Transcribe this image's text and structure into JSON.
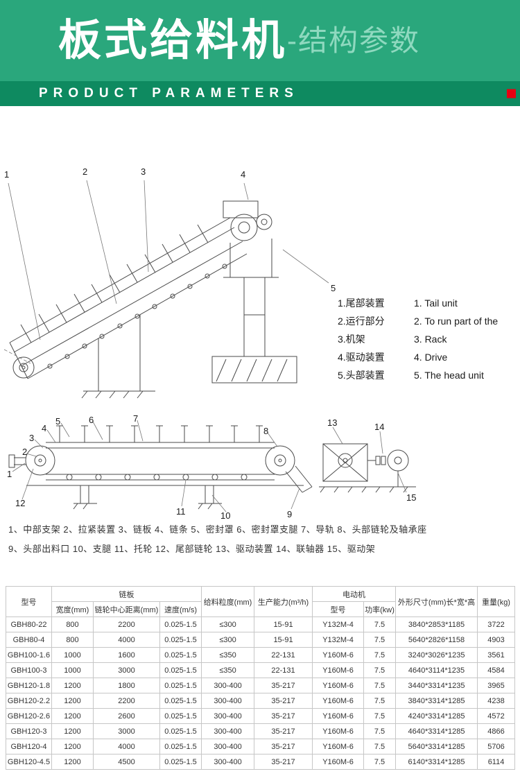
{
  "banner": {
    "title_zh": "板式给料机",
    "subtitle_zh": "-结构参数",
    "bar_label": "PRODUCT PARAMETERS",
    "colors": {
      "banner_green": "#2aa77c",
      "bar_green": "#0e8a60",
      "accent_red": "#e60012",
      "subtitle_green": "#8fd9bf"
    }
  },
  "diagram1": {
    "callouts": [
      "1",
      "2",
      "3",
      "4",
      "5"
    ],
    "legend": [
      {
        "zh": "1.尾部装置",
        "en": "1. Tail unit"
      },
      {
        "zh": "2.运行部分",
        "en": "2. To run part of the"
      },
      {
        "zh": "3.机架",
        "en": "3. Rack"
      },
      {
        "zh": "4.驱动装置",
        "en": "4. Drive"
      },
      {
        "zh": "5.头部装置",
        "en": "5. The head unit"
      }
    ]
  },
  "diagram2": {
    "callouts": [
      "1",
      "2",
      "3",
      "4",
      "5",
      "6",
      "7",
      "8",
      "9",
      "10",
      "11",
      "12",
      "13",
      "14",
      "15"
    ]
  },
  "parts_caption": {
    "line1": "1、中部支架  2、拉紧装置  3、链板  4、链条  5、密封罩  6、密封罩支腿  7、导轨  8、头部链轮及轴承座",
    "line2": "9、头部出料口  10、支腿  11、托轮  12、尾部链轮  13、驱动装置  14、联轴器  15、驱动架"
  },
  "table": {
    "headers": {
      "model": "型号",
      "chain_group": "链板",
      "width": "宽度(mm)",
      "center_distance": "链轮中心距离(mm)",
      "speed": "速度(m/s)",
      "feed_size": "给料粒度(mm)",
      "capacity": "生产能力(m³/h)",
      "motor_group": "电动机",
      "motor_model": "型号",
      "motor_power": "功率(kw)",
      "dimensions": "外形尺寸(mm)长*宽*高",
      "weight": "重量(kg)"
    },
    "rows": [
      [
        "GBH80-22",
        "800",
        "2200",
        "0.025-1.5",
        "≤300",
        "15-91",
        "Y132M-4",
        "7.5",
        "3840*2853*1185",
        "3722"
      ],
      [
        "GBH80-4",
        "800",
        "4000",
        "0.025-1.5",
        "≤300",
        "15-91",
        "Y132M-4",
        "7.5",
        "5640*2826*1158",
        "4903"
      ],
      [
        "GBH100-1.6",
        "1000",
        "1600",
        "0.025-1.5",
        "≤350",
        "22-131",
        "Y160M-6",
        "7.5",
        "3240*3026*1235",
        "3561"
      ],
      [
        "GBH100-3",
        "1000",
        "3000",
        "0.025-1.5",
        "≤350",
        "22-131",
        "Y160M-6",
        "7.5",
        "4640*3114*1235",
        "4584"
      ],
      [
        "GBH120-1.8",
        "1200",
        "1800",
        "0.025-1.5",
        "300-400",
        "35-217",
        "Y160M-6",
        "7.5",
        "3440*3314*1235",
        "3965"
      ],
      [
        "GBH120-2.2",
        "1200",
        "2200",
        "0.025-1.5",
        "300-400",
        "35-217",
        "Y160M-6",
        "7.5",
        "3840*3314*1285",
        "4238"
      ],
      [
        "GBH120-2.6",
        "1200",
        "2600",
        "0.025-1.5",
        "300-400",
        "35-217",
        "Y160M-6",
        "7.5",
        "4240*3314*1285",
        "4572"
      ],
      [
        "GBH120-3",
        "1200",
        "3000",
        "0.025-1.5",
        "300-400",
        "35-217",
        "Y160M-6",
        "7.5",
        "4640*3314*1285",
        "4866"
      ],
      [
        "GBH120-4",
        "1200",
        "4000",
        "0.025-1.5",
        "300-400",
        "35-217",
        "Y160M-6",
        "7.5",
        "5640*3314*1285",
        "5706"
      ],
      [
        "GBH120-4.5",
        "1200",
        "4500",
        "0.025-1.5",
        "300-400",
        "35-217",
        "Y160M-6",
        "7.5",
        "6140*3314*1285",
        "6114"
      ]
    ]
  }
}
